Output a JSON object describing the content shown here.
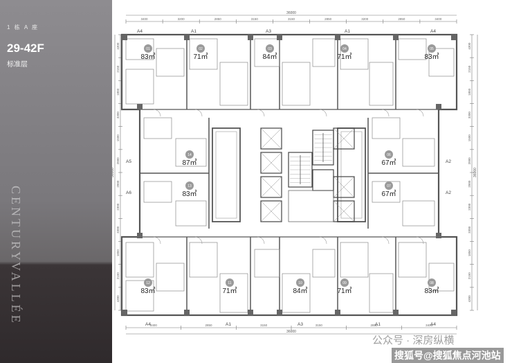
{
  "sidebar": {
    "building_label": "1 栋 A 座",
    "floor_range": "29-42F",
    "floor_type": "标准层",
    "brand_line1": "CENTURY",
    "brand_line2": "VALLÉE"
  },
  "dimensions": {
    "total_top": "36000",
    "total_bottom": "36000",
    "top_segments": [
      "3400",
      "3200",
      "2850",
      "3150",
      "3150",
      "2850",
      "3200",
      "2850",
      "3400"
    ],
    "bottom_segments": [
      "3400",
      "2850",
      "3150",
      "3150",
      "2850",
      "3400"
    ],
    "left_segments": [
      "4300",
      "2150",
      "1850",
      "3300",
      "1500",
      "2000",
      "2000",
      "2300",
      "3300",
      "1850",
      "2150",
      "4300"
    ],
    "right_segments": [
      "4300",
      "2150",
      "1850",
      "3300",
      "1500",
      "2000",
      "2000",
      "2300",
      "3300",
      "1850",
      "2150",
      "4300"
    ],
    "total_left": "36000",
    "total_right": "36000"
  },
  "units": [
    {
      "num": "01",
      "area": "83㎡",
      "type": "A4"
    },
    {
      "num": "02",
      "area": "71㎡",
      "type": "A1"
    },
    {
      "num": "03",
      "area": "84㎡",
      "type": "A3"
    },
    {
      "num": "04",
      "area": "71㎡",
      "type": "A1"
    },
    {
      "num": "05",
      "area": "83㎡",
      "type": "A4"
    },
    {
      "num": "06",
      "area": "67㎡",
      "type": "A2"
    },
    {
      "num": "07",
      "area": "67㎡",
      "type": "A2"
    },
    {
      "num": "08",
      "area": "83㎡",
      "type": "A4"
    },
    {
      "num": "09",
      "area": "71㎡",
      "type": "A1"
    },
    {
      "num": "10",
      "area": "84㎡",
      "type": "A3"
    },
    {
      "num": "11",
      "area": "71㎡",
      "type": "A1"
    },
    {
      "num": "12",
      "area": "83㎡",
      "type": "A4"
    },
    {
      "num": "13",
      "area": "83㎡",
      "type": "A6"
    },
    {
      "num": "14",
      "area": "87㎡",
      "type": "A5"
    }
  ],
  "watermarks": {
    "line1": "公众号 · 深房纵横",
    "line2": "搜狐号@搜狐焦点河池站"
  },
  "colors": {
    "sidebar_top": "#8e8c90",
    "sidebar_bottom": "#2f2a2c",
    "wall": "#555555",
    "badge": "#9a9a9a"
  }
}
